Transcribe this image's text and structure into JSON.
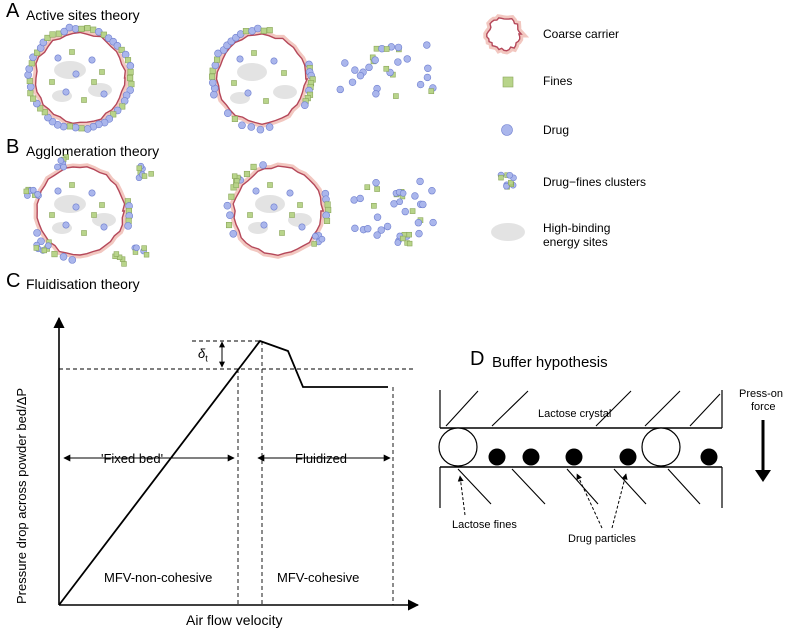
{
  "panels": {
    "a": {
      "letter": "A",
      "title": "Active sites theory"
    },
    "b": {
      "letter": "B",
      "title": "Agglomeration theory"
    },
    "c": {
      "letter": "C",
      "title": "Fluidisation theory"
    },
    "d": {
      "letter": "D",
      "title": "Buffer hypothesis"
    }
  },
  "legend": [
    {
      "label": "Coarse carrier",
      "icon": "carrier-icon"
    },
    {
      "label": "Fines",
      "icon": "fines-icon"
    },
    {
      "label": "Drug",
      "icon": "drug-icon"
    },
    {
      "label": "Drug−fines clusters",
      "icon": "cluster-icon"
    },
    {
      "label_line1": "High-binding",
      "label_line2": "energy sites",
      "icon": "binding-site-icon"
    }
  ],
  "fluidisation": {
    "ylabel": "Pressure drop across powder bed/ΔP",
    "xlabel": "Air flow velocity",
    "delta_label": "δ",
    "delta_sub": "t",
    "fixed_bed": "'Fixed bed'",
    "fluidized": "Fluidized",
    "mfv_noncohesive": "MFV-non-cohesive",
    "mfv_cohesive": "MFV-cohesive"
  },
  "buffer": {
    "crystal_label": "Lactose crystal",
    "press_on_line1": "Press-on",
    "press_on_line2": "force",
    "fines_label": "Lactose fines",
    "drug_label": "Drug particles"
  },
  "colors": {
    "carrier_outline": "#b5485a",
    "carrier_rim": "#f2c7c0",
    "fines": "#b8d48a",
    "drug": "#aab6ec",
    "binding_site": "#e3e3e3"
  }
}
